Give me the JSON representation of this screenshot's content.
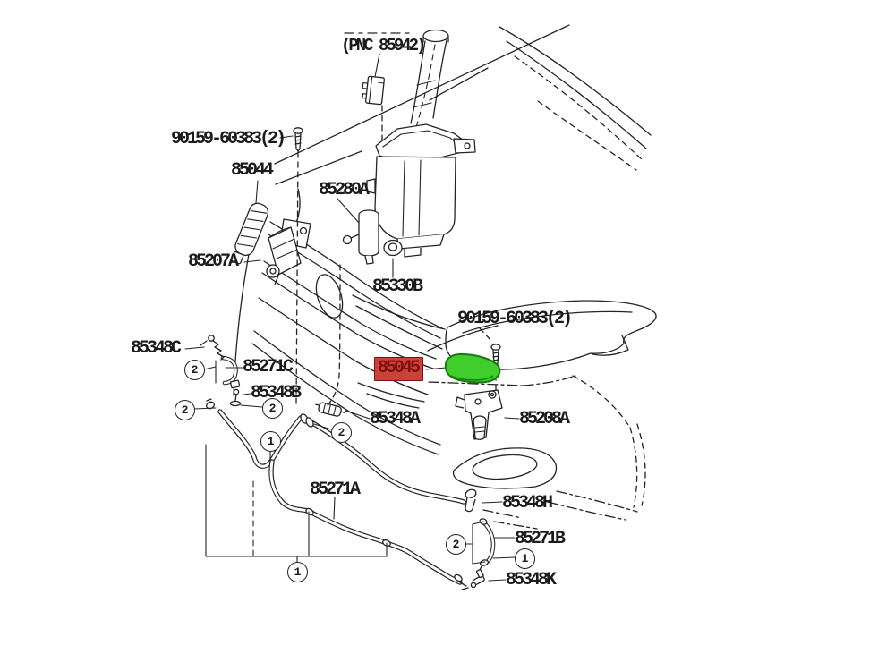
{
  "diagram": {
    "pnc_note": "(PNC 85942)",
    "bolt_top_label": "90159-60383(2)",
    "bolt_mid_label": "90159-60383(2)",
    "parts": {
      "p85044": "85044",
      "p85280A": "85280A",
      "p85207A": "85207A",
      "p85330B": "85330B",
      "p85045": "85045",
      "p85348A": "85348A",
      "p85208A": "85208A",
      "p85348C": "85348C",
      "p85271C": "85271C",
      "p85348B": "85348B",
      "p85271A": "85271A",
      "p85348H": "85348H",
      "p85271B": "85271B",
      "p85348K": "85348K"
    },
    "callouts": {
      "one": "1",
      "two": "2"
    },
    "highlight": {
      "label_bg": "#cb423b",
      "label_text": "#7e120e",
      "part_fill": "#3fce2c",
      "part_stroke": "#177c10"
    }
  }
}
